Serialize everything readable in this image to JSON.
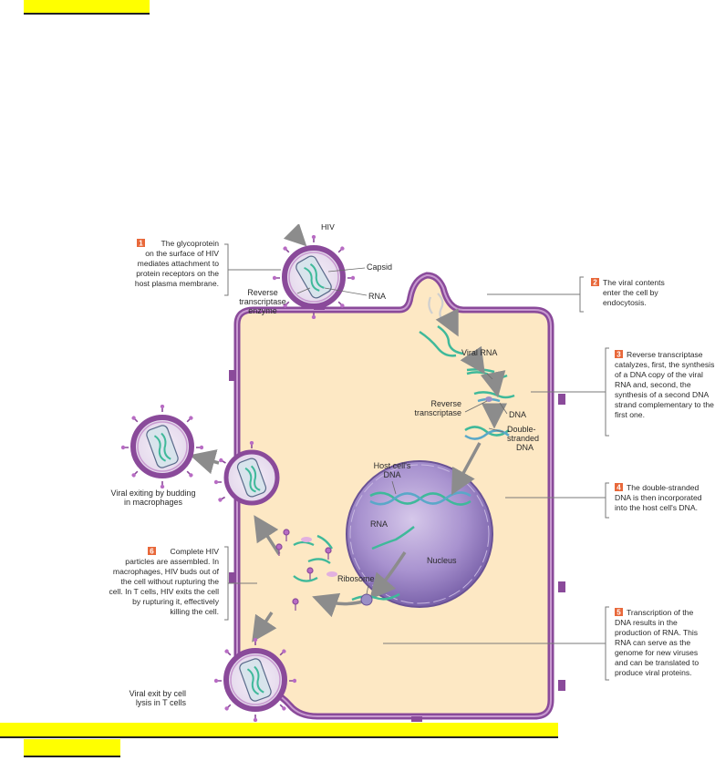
{
  "labels": {
    "hiv": "HIV",
    "capsid": "Capsid",
    "rna": "RNA",
    "reverse_transcriptase_enzyme": [
      "Reverse",
      "transcriptase",
      "enzyme"
    ],
    "viral_rna": "Viral RNA",
    "reverse_transcriptase": [
      "Reverse",
      "transcriptase"
    ],
    "dna": "DNA",
    "double_stranded_dna": [
      "Double-",
      "stranded",
      "DNA"
    ],
    "host_cells_dna": [
      "Host cell's",
      "DNA"
    ],
    "nucleus_rna": "RNA",
    "nucleus": "Nucleus",
    "ribosome": "Ribosome",
    "viral_exit_budding": [
      "Viral exiting by budding",
      "in macrophages"
    ],
    "viral_exit_lysis": [
      "Viral exit by cell",
      "lysis in T cells"
    ]
  },
  "steps": [
    {
      "num": "1",
      "lines": [
        "The glycoprotein",
        "on the surface of HIV",
        "mediates attachment to",
        "protein receptors on the",
        "host plasma membrane."
      ]
    },
    {
      "num": "2",
      "lines": [
        "The viral contents",
        "enter the cell by",
        "endocytosis."
      ]
    },
    {
      "num": "3",
      "lines": [
        "Reverse transcriptase",
        "catalyzes, first, the synthesis",
        "of a DNA copy of the viral",
        "RNA and, second, the",
        "synthesis of a second DNA",
        "strand complementary to the",
        "first one."
      ]
    },
    {
      "num": "4",
      "lines": [
        "The double-stranded",
        "DNA is then incorporated",
        "into the host cell's DNA."
      ]
    },
    {
      "num": "5",
      "lines": [
        "Transcription of the",
        "DNA results in the",
        "production of RNA. This",
        "RNA can serve as the",
        "genome for new viruses",
        "and can be translated to",
        "produce viral proteins."
      ]
    },
    {
      "num": "6",
      "lines": [
        "Complete HIV",
        "particles are assembled. In",
        "macrophages, HIV buds out of",
        "the cell without rupturing the",
        "cell. In T cells, HIV exits the cell",
        "by rupturing it, effectively",
        "killing the cell."
      ]
    }
  ],
  "colors": {
    "membrane": "#8a4a9a",
    "membrane_light": "#c89ad0",
    "cytoplasm": "#fde8c4",
    "nucleus": "#9a84c4",
    "rna": "#3fb99a",
    "dna": "#5aa8c8",
    "badge": "#e8683a",
    "highlight": "#ffff00"
  }
}
